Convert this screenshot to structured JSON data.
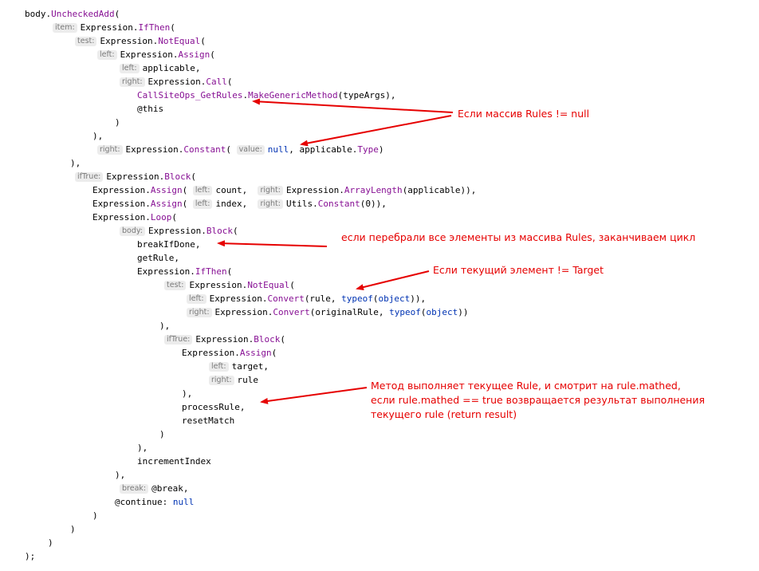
{
  "code_lines": [
    [
      {
        "t": "body."
      },
      {
        "t": "UncheckedAdd",
        "c": "m"
      },
      {
        "t": "("
      }
    ],
    [
      {
        "h": "item:"
      },
      {
        "t": "Expression."
      },
      {
        "t": "IfThen",
        "c": "m"
      },
      {
        "t": "("
      }
    ],
    [
      {
        "h": "test:"
      },
      {
        "t": "Expression."
      },
      {
        "t": "NotEqual",
        "c": "m"
      },
      {
        "t": "("
      }
    ],
    [
      {
        "h": "left:"
      },
      {
        "t": "Expression."
      },
      {
        "t": "Assign",
        "c": "m"
      },
      {
        "t": "("
      }
    ],
    [
      {
        "h": "left:"
      },
      {
        "t": "applicable,"
      }
    ],
    [
      {
        "h": "right:"
      },
      {
        "t": "Expression."
      },
      {
        "t": "Call",
        "c": "m"
      },
      {
        "t": "("
      }
    ],
    [
      {
        "t": "CallSiteOps_GetRules",
        "c": "m"
      },
      {
        "t": "."
      },
      {
        "t": "MakeGenericMethod",
        "c": "m"
      },
      {
        "t": "(typeArgs),"
      }
    ],
    [
      {
        "t": "@this"
      }
    ],
    [
      {
        "t": ")"
      }
    ],
    [
      {
        "t": "),"
      }
    ],
    [
      {
        "h": "right:"
      },
      {
        "t": "Expression."
      },
      {
        "t": "Constant",
        "c": "m"
      },
      {
        "t": "( "
      },
      {
        "h": "value:"
      },
      {
        "t": "null",
        "c": "k"
      },
      {
        "t": ", applicable."
      },
      {
        "t": "Type",
        "c": "m"
      },
      {
        "t": ")"
      }
    ],
    [
      {
        "t": "),"
      }
    ],
    [
      {
        "h": "ifTrue:"
      },
      {
        "t": "Expression."
      },
      {
        "t": "Block",
        "c": "m"
      },
      {
        "t": "("
      }
    ],
    [
      {
        "t": "Expression."
      },
      {
        "t": "Assign",
        "c": "m"
      },
      {
        "t": "( "
      },
      {
        "h": "left:"
      },
      {
        "t": "count,  "
      },
      {
        "h": "right:"
      },
      {
        "t": "Expression."
      },
      {
        "t": "ArrayLength",
        "c": "m"
      },
      {
        "t": "(applicable)),"
      }
    ],
    [
      {
        "t": "Expression."
      },
      {
        "t": "Assign",
        "c": "m"
      },
      {
        "t": "( "
      },
      {
        "h": "left:"
      },
      {
        "t": "index,  "
      },
      {
        "h": "right:"
      },
      {
        "t": "Utils."
      },
      {
        "t": "Constant",
        "c": "m"
      },
      {
        "t": "(0)),"
      }
    ],
    [
      {
        "t": "Expression."
      },
      {
        "t": "Loop",
        "c": "m"
      },
      {
        "t": "("
      }
    ],
    [
      {
        "h": "body:"
      },
      {
        "t": "Expression."
      },
      {
        "t": "Block",
        "c": "m"
      },
      {
        "t": "("
      }
    ],
    [
      {
        "t": "breakIfDone,"
      }
    ],
    [
      {
        "t": "getRule,"
      }
    ],
    [
      {
        "t": "Expression."
      },
      {
        "t": "IfThen",
        "c": "m"
      },
      {
        "t": "("
      }
    ],
    [
      {
        "h": "test:"
      },
      {
        "t": "Expression."
      },
      {
        "t": "NotEqual",
        "c": "m"
      },
      {
        "t": "("
      }
    ],
    [
      {
        "h": "left:"
      },
      {
        "t": "Expression."
      },
      {
        "t": "Convert",
        "c": "m"
      },
      {
        "t": "(rule, "
      },
      {
        "t": "typeof",
        "c": "k"
      },
      {
        "t": "("
      },
      {
        "t": "object",
        "c": "k"
      },
      {
        "t": ")),"
      }
    ],
    [
      {
        "h": "right:"
      },
      {
        "t": "Expression."
      },
      {
        "t": "Convert",
        "c": "m"
      },
      {
        "t": "(originalRule, "
      },
      {
        "t": "typeof",
        "c": "k"
      },
      {
        "t": "("
      },
      {
        "t": "object",
        "c": "k"
      },
      {
        "t": "))"
      }
    ],
    [
      {
        "t": "),"
      }
    ],
    [
      {
        "h": "ifTrue:"
      },
      {
        "t": "Expression."
      },
      {
        "t": "Block",
        "c": "m"
      },
      {
        "t": "("
      }
    ],
    [
      {
        "t": "Expression."
      },
      {
        "t": "Assign",
        "c": "m"
      },
      {
        "t": "("
      }
    ],
    [
      {
        "h": "left:"
      },
      {
        "t": "target,"
      }
    ],
    [
      {
        "h": "right:"
      },
      {
        "t": "rule"
      }
    ],
    [
      {
        "t": "),"
      }
    ],
    [
      {
        "t": "processRule,"
      }
    ],
    [
      {
        "t": "resetMatch"
      }
    ],
    [
      {
        "t": ")"
      }
    ],
    [
      {
        "t": "),"
      }
    ],
    [
      {
        "t": "incrementIndex"
      }
    ],
    [
      {
        "t": "),"
      }
    ],
    [
      {
        "h": "break:"
      },
      {
        "t": "@break,"
      }
    ],
    [
      {
        "t": "@continue: "
      },
      {
        "t": "null",
        "c": "k"
      }
    ],
    [
      {
        "t": ")"
      }
    ],
    [
      {
        "t": ")"
      }
    ],
    [
      {
        "t": ")"
      }
    ],
    [
      {
        "t": ");"
      }
    ]
  ],
  "annotations": {
    "rules_not_null": "Если массив Rules != null",
    "loop_end": "если перебрали все элементы из массива Rules, заканчиваем цикл",
    "not_target": "Если текущий элемент != Target",
    "process_rule_1": "Метод выполняет текущее Rule, и смотрит на rule.mathed,",
    "process_rule_2": "если rule.mathed == true возвращается результат выполнения",
    "process_rule_3": "текущего rule (return result)"
  },
  "colors": {
    "annotation": "#e60000",
    "member": "#871094",
    "keyword": "#0033b3",
    "hint_bg": "#ececec"
  }
}
